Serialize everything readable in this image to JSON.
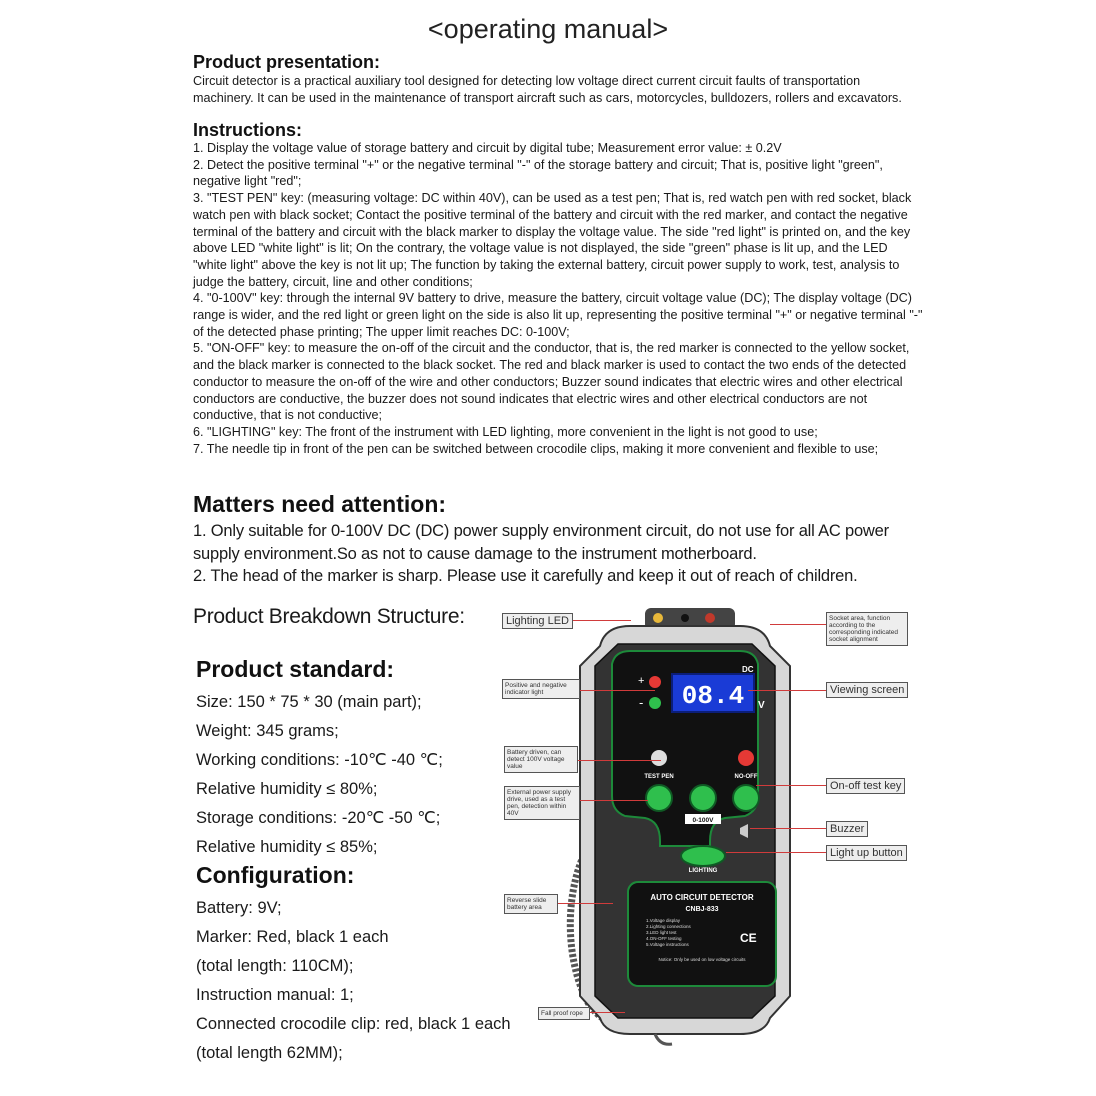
{
  "title": "<operating manual>",
  "presentation": {
    "heading": "Product presentation:",
    "text": "Circuit detector is a practical auxiliary tool designed for detecting low voltage direct current circuit faults of transportation machinery. It can be used in the maintenance of transport aircraft such as cars, motorcycles, bulldozers, rollers and excavators."
  },
  "instructions": {
    "heading": "Instructions:",
    "items": [
      "1. Display the voltage value of storage battery and circuit by digital tube; Measurement error value: ± 0.2V",
      "2. Detect the positive terminal \"+\" or the negative terminal \"-\" of the storage battery and circuit; That is, positive light \"green\", negative light \"red\";",
      "3. \"TEST PEN\" key: (measuring voltage: DC within 40V), can be used as a test pen; That is, red watch pen with red socket, black watch pen with black socket; Contact the positive terminal of the battery and circuit with the red marker, and contact the negative terminal of the battery and circuit with the black marker to display the voltage value. The side \"red light\" is printed on, and the key above LED \"white light\" is lit; On the contrary, the voltage value is not displayed, the side \"green\" phase is lit up, and the LED \"white light\" above the key is not lit up; The function by taking the external battery, circuit power supply to work, test, analysis to judge the battery, circuit, line and other conditions;",
      "4. \"0-100V\" key: through the internal 9V battery to drive, measure the battery, circuit voltage value (DC); The display voltage (DC) range is wider, and the red light or green light on the side is also lit up, representing the positive terminal \"+\" or negative terminal \"-\" of the detected phase printing; The upper limit reaches DC: 0-100V;",
      "5. \"ON-OFF\" key: to measure the on-off of the circuit and the conductor, that is, the red marker is connected to the yellow socket, and the black marker is connected to the black socket. The red and black marker is used to contact the two ends of the detected conductor to measure the on-off of the wire and other conductors; Buzzer sound indicates that electric wires and other electrical conductors are conductive, the buzzer does not sound indicates that electric wires and other electrical conductors are not conductive, that is not conductive;",
      "6. \"LIGHTING\" key: The front of the instrument with LED lighting, more convenient in the light is not good to use;",
      "7. The needle tip in front of the pen can be switched between crocodile clips, making it more convenient and flexible to use;"
    ]
  },
  "attention": {
    "heading": "Matters need attention:",
    "items": [
      "1. Only suitable for 0-100V DC (DC) power supply environment circuit, do not use for all AC power supply environment.So as not to cause damage to the instrument motherboard.",
      "2. The head of the marker is sharp. Please use it carefully and keep it out of reach of children."
    ]
  },
  "breakdown": {
    "heading": "Product Breakdown Structure:"
  },
  "standard": {
    "heading": "Product standard:",
    "items": [
      "Size: 150 * 75 * 30 (main part);",
      "Weight: 345 grams;",
      "Working conditions: -10℃ -40 ℃;",
      "Relative humidity ≤ 80%;",
      "Storage conditions: -20℃ -50 ℃;",
      "Relative humidity ≤ 85%;"
    ]
  },
  "configuration": {
    "heading": "Configuration:",
    "items": [
      "Battery: 9V;",
      "Marker: Red, black 1 each",
      "(total length: 110CM);",
      "Instruction manual: 1;",
      "Connected crocodile clip: red, black 1 each",
      "(total length 62MM);"
    ]
  },
  "callouts": {
    "lighting_led": "Lighting LED",
    "socket_area": "Socket area, function according to the corresponding indicated socket alignment",
    "pos_neg": "Positive and negative indicator light",
    "viewing_screen": "Viewing screen",
    "battery_driven": "Battery driven, can detect 100V voltage value",
    "external_power": "External power supply drive, used as a test pen, detection within 40V",
    "onoff_key": "On-off test key",
    "buzzer": "Buzzer",
    "light_up": "Light up button",
    "reverse_slide": "Reverse slide battery area",
    "fall_proof": "Fall proof rope"
  },
  "device": {
    "dc": "DC",
    "display": "08.4",
    "unit": "V",
    "plus": "+",
    "minus": "-",
    "test_pen": "TEST PEN",
    "no_off": "NO-OFF",
    "range": "0-100V",
    "lighting": "LIGHTING",
    "brand": "AUTO CIRCUIT DETECTOR",
    "model": "CNBJ-833",
    "features": [
      "1.Voltage display",
      "2.Lighting connections",
      "3.LED light test",
      "4.ON-OFF testing",
      "5.Voltage instructions"
    ],
    "mark": "CE",
    "notice": "Notice: Only be used on low voltage circuits"
  },
  "colors": {
    "device_green": "#1d8a3a",
    "button_green": "#2fbf4d",
    "screen_blue": "#1a3bd6",
    "callout_line": "#d03b3b"
  }
}
